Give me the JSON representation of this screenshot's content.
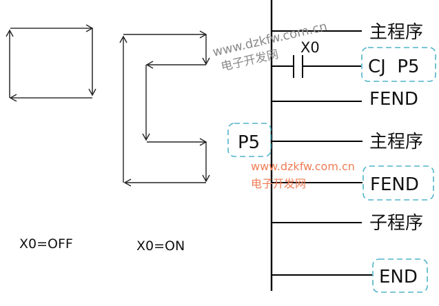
{
  "colors": {
    "line": "#111111",
    "dash_box": "#4fb3c8",
    "watermark_gray": "#8a8a8a",
    "watermark_orange": "#ef7d55"
  },
  "flow_off": {
    "caption": "X0=OFF"
  },
  "flow_on": {
    "caption": "X0=ON"
  },
  "ladder": {
    "rung1_label": "主程序",
    "contact_label": "X0",
    "jump_instruction": "CJ  P5",
    "fend1_label": "FEND",
    "pointer_label": "P5",
    "rung4_label": "主程序",
    "fend2_label": "FEND",
    "sub_label": "子程序",
    "end_label": "END"
  },
  "watermark": {
    "url_top": "www.dzkfw.com.cn",
    "name_top": "电子开发网",
    "url_mid": "www.dzkfw.com.cn",
    "name_mid": "电子开发网"
  }
}
